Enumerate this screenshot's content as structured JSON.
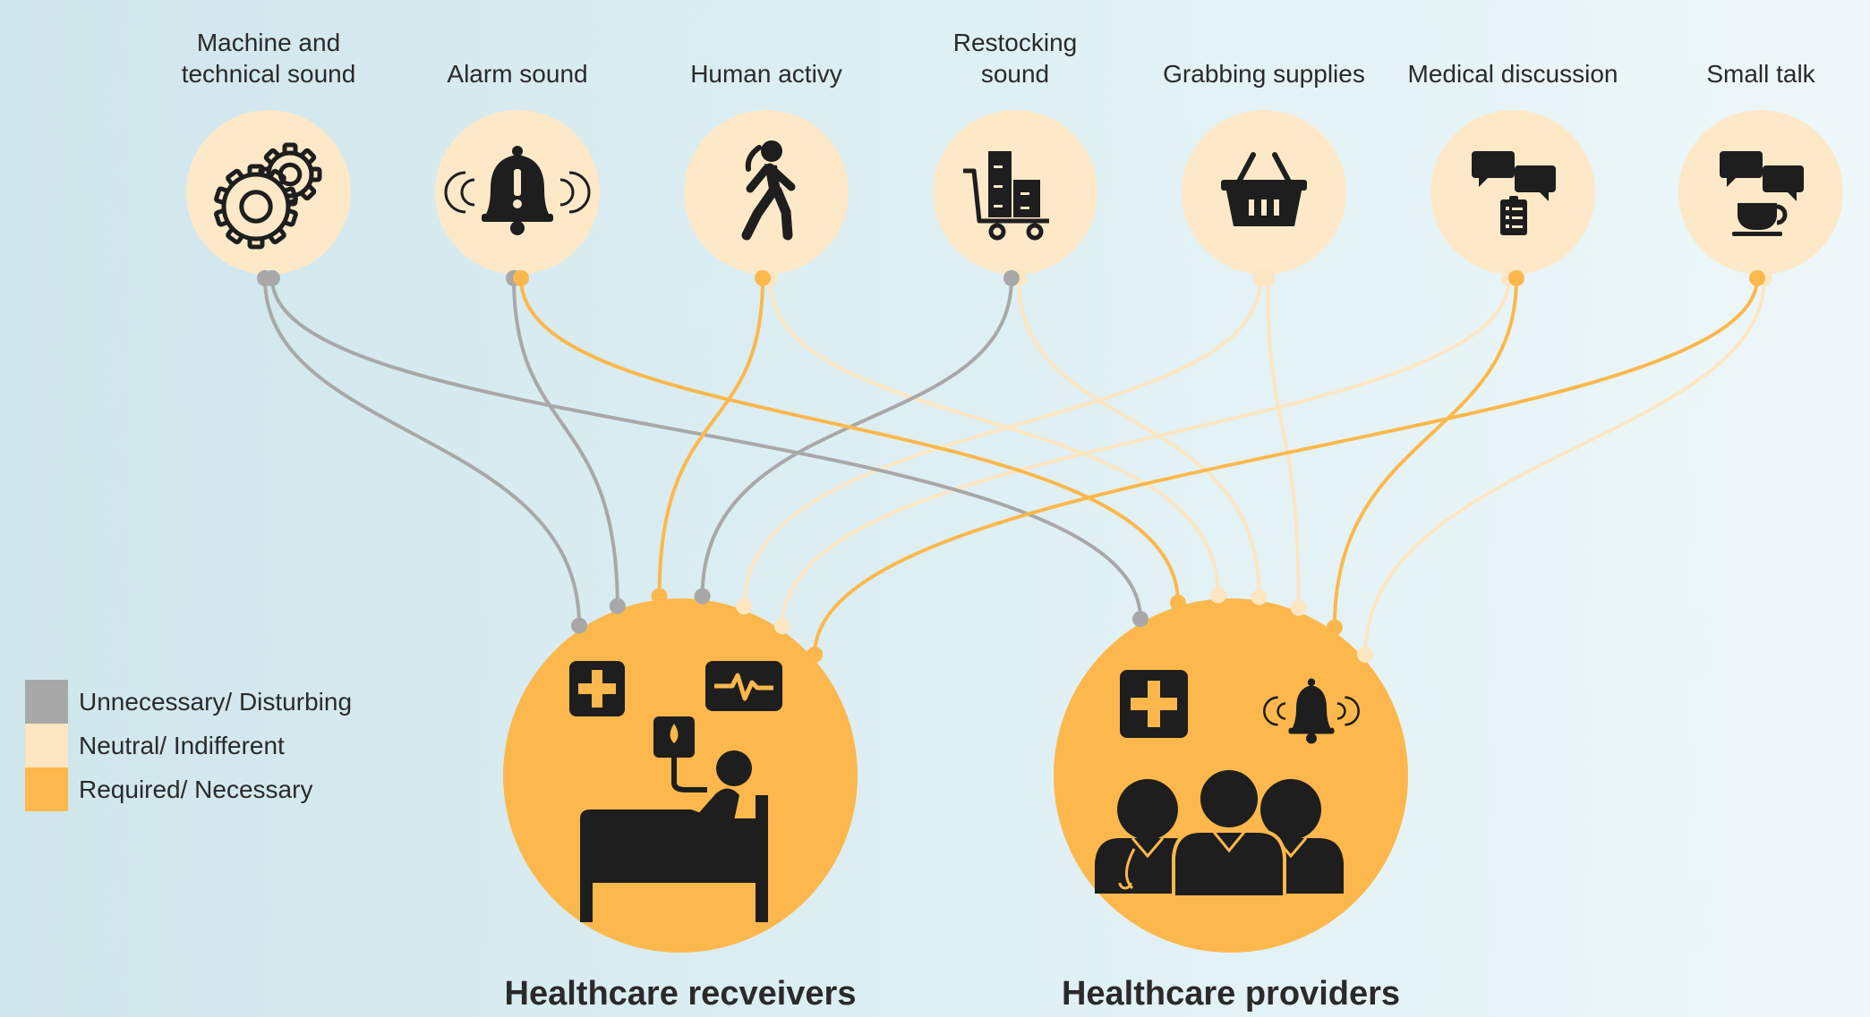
{
  "colors": {
    "disturbing": "#a8a8a8",
    "neutral": "#fde6c2",
    "necessary": "#fcb84c",
    "icon_bg": "#fde9c8",
    "target_bg": "#fcb84c",
    "icon_fg": "#1e1e1e"
  },
  "sources": [
    {
      "id": "machine",
      "label_lines": [
        "Machine and",
        "technical sound"
      ],
      "icon": "gears-icon"
    },
    {
      "id": "alarm",
      "label_lines": [
        "Alarm sound"
      ],
      "icon": "alarm-bell-icon"
    },
    {
      "id": "human",
      "label_lines": [
        "Human activy"
      ],
      "icon": "walking-person-icon"
    },
    {
      "id": "restocking",
      "label_lines": [
        "Restocking",
        "sound"
      ],
      "icon": "supply-cart-icon"
    },
    {
      "id": "grabbing",
      "label_lines": [
        "Grabbing supplies"
      ],
      "icon": "basket-icon"
    },
    {
      "id": "medical",
      "label_lines": [
        "Medical discussion"
      ],
      "icon": "chat-clipboard-icon"
    },
    {
      "id": "smalltalk",
      "label_lines": [
        "Small talk"
      ],
      "icon": "chat-coffee-icon"
    }
  ],
  "targets": [
    {
      "id": "receivers",
      "label": "Healthcare recveivers",
      "icon": "patient-bed-icon"
    },
    {
      "id": "providers",
      "label": "Healthcare providers",
      "icon": "care-team-icon"
    }
  ],
  "connections": [
    {
      "source": "machine",
      "target": "receivers",
      "rating": "disturbing"
    },
    {
      "source": "machine",
      "target": "providers",
      "rating": "disturbing"
    },
    {
      "source": "alarm",
      "target": "receivers",
      "rating": "disturbing"
    },
    {
      "source": "alarm",
      "target": "providers",
      "rating": "necessary"
    },
    {
      "source": "human",
      "target": "receivers",
      "rating": "necessary"
    },
    {
      "source": "human",
      "target": "providers",
      "rating": "neutral"
    },
    {
      "source": "restocking",
      "target": "receivers",
      "rating": "disturbing"
    },
    {
      "source": "restocking",
      "target": "providers",
      "rating": "neutral"
    },
    {
      "source": "grabbing",
      "target": "receivers",
      "rating": "neutral"
    },
    {
      "source": "grabbing",
      "target": "providers",
      "rating": "neutral"
    },
    {
      "source": "medical",
      "target": "receivers",
      "rating": "neutral"
    },
    {
      "source": "medical",
      "target": "providers",
      "rating": "necessary"
    },
    {
      "source": "smalltalk",
      "target": "receivers",
      "rating": "necessary"
    },
    {
      "source": "smalltalk",
      "target": "providers",
      "rating": "neutral"
    }
  ],
  "legend": [
    {
      "rating": "disturbing",
      "label": "Unnecessary/ Disturbing"
    },
    {
      "rating": "neutral",
      "label": "Neutral/ Indifferent"
    },
    {
      "rating": "necessary",
      "label": "Required/ Necessary"
    }
  ]
}
